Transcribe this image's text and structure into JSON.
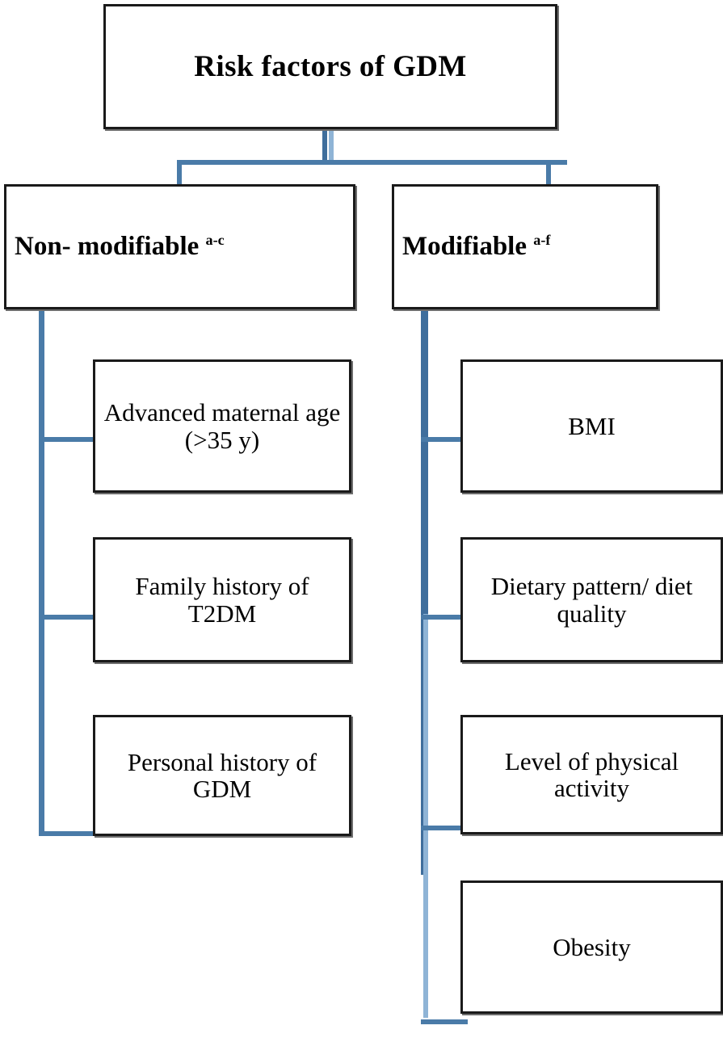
{
  "diagram": {
    "title": "Risk factors of GDM",
    "root": {
      "label": "Risk factors of GDM"
    },
    "categories": [
      {
        "id": "non-modifiable",
        "label": "Non- modifiable",
        "superscript": "a-c"
      },
      {
        "id": "modifiable",
        "label": "Modifiable",
        "superscript": "a-f"
      }
    ],
    "non_modifiable_factors": [
      {
        "id": "advanced-maternal-age",
        "label": "Advanced maternal age (>35 y)"
      },
      {
        "id": "family-history-t2dm",
        "label": "Family history of T2DM"
      },
      {
        "id": "personal-history-gdm",
        "label": "Personal history of GDM"
      }
    ],
    "modifiable_factors": [
      {
        "id": "bmi",
        "label": "BMI"
      },
      {
        "id": "dietary-pattern",
        "label": "Dietary pattern/ diet quality"
      },
      {
        "id": "physical-activity",
        "label": "Level of physical activity"
      },
      {
        "id": "obesity",
        "label": "Obesity"
      }
    ],
    "colors": {
      "connector": "#4a7ba8",
      "connector_dark": "#3f6e9c",
      "connector_light": "#8fb4d6",
      "box_border": "#1a1a1a",
      "box_shadow": "#6d6d6d",
      "background": "#ffffff",
      "text": "#000000"
    }
  }
}
